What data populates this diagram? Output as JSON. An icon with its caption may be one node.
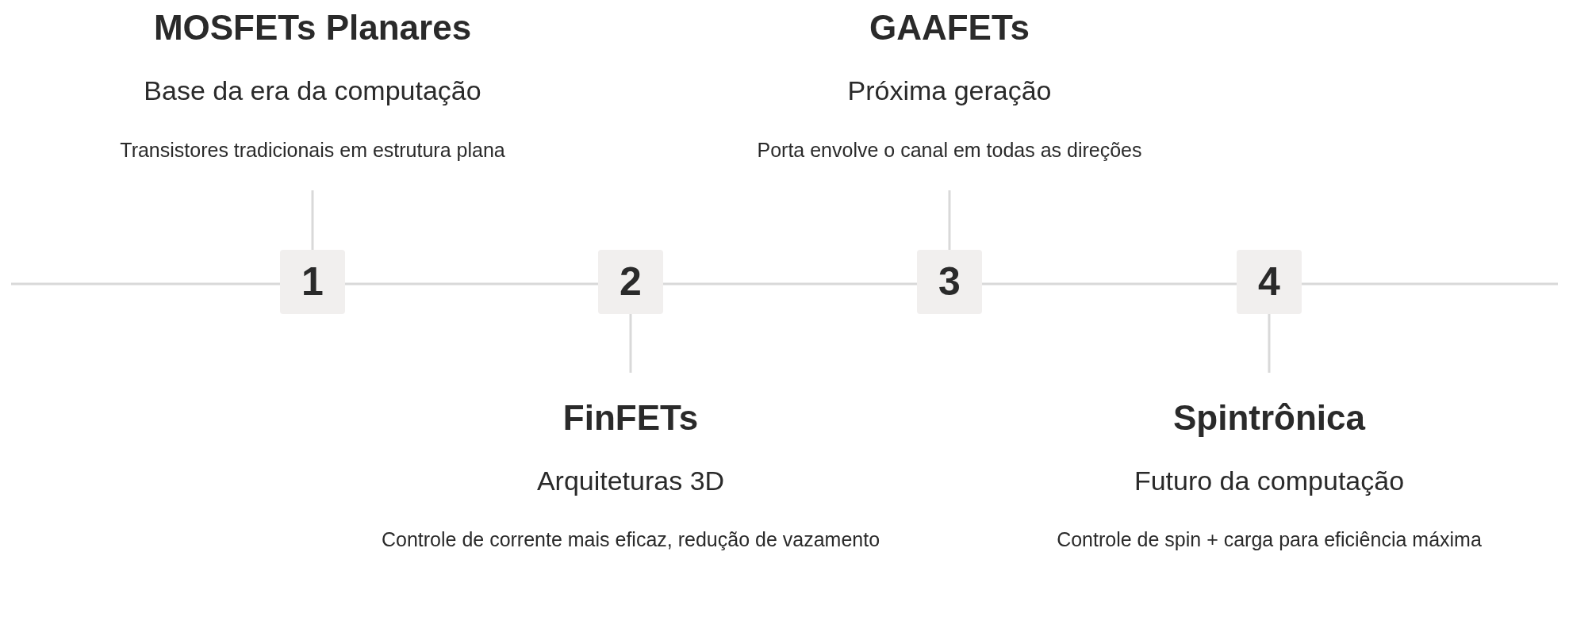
{
  "diagram": {
    "nodes": [
      {
        "text": [
          "MOSFETs Planares",
          "Base da era da computação",
          "Transistores tradicionais em estrutura plana"
        ]
      },
      {
        "text": [
          "FinFETs",
          "Arquiteturas 3D",
          "Controle de corrente mais eficaz, redução de vazamento"
        ]
      },
      {
        "text": [
          "GAAFETs",
          "Próxima geração",
          "Porta envolve o canal em todas as direções"
        ]
      },
      {
        "text": [
          "Spintrônica",
          "Futuro da computação",
          "Controle de spin + carga para eficiência máxima"
        ]
      },
      {
        "text": [
          "1"
        ]
      },
      {
        "text": [
          "2"
        ]
      },
      {
        "text": [
          "3"
        ]
      },
      {
        "text": [
          "4"
        ]
      }
    ],
    "edges": [
      {
        "from": null,
        "to": 4,
        "arrow": "none"
      },
      {
        "from": 4,
        "to": 5,
        "arrow": "none"
      },
      {
        "from": 5,
        "to": 6,
        "arrow": "none"
      },
      {
        "from": 6,
        "to": 7,
        "arrow": "none"
      },
      {
        "from": 7,
        "to": null,
        "arrow": "none"
      },
      {
        "from": 4,
        "to": 0,
        "arrow": "none"
      },
      {
        "from": 5,
        "to": 1,
        "arrow": "none"
      },
      {
        "from": 6,
        "to": 2,
        "arrow": "none"
      },
      {
        "from": 7,
        "to": 3,
        "arrow": "none"
      }
    ]
  }
}
